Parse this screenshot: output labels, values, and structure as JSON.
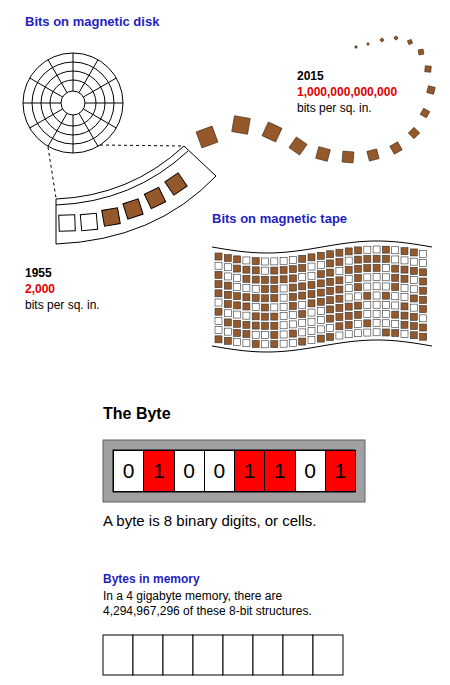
{
  "diagram": {
    "nodes": [
      {
        "text": [
          "0"
        ]
      },
      {
        "text": [
          "1"
        ]
      },
      {
        "text": [
          "0"
        ]
      },
      {
        "text": [
          "0"
        ]
      },
      {
        "text": [
          "1"
        ]
      },
      {
        "text": [
          "1"
        ]
      },
      {
        "text": [
          "0"
        ]
      },
      {
        "text": [
          "1"
        ]
      }
    ],
    "labels": [
      "Bits on magnetic disk",
      "2015",
      "1,000,000,000,000",
      "bits per sq. in.",
      "Bits on magnetic tape",
      "1955",
      "2,000",
      "bits per sq. in.",
      "The Byte",
      "A byte is 8 binary digits, or cells.",
      "Bytes in memory",
      "In a 4 gigabyte memory, there are 4,294,967,296 of these 8-bit structures."
    ]
  }
}
